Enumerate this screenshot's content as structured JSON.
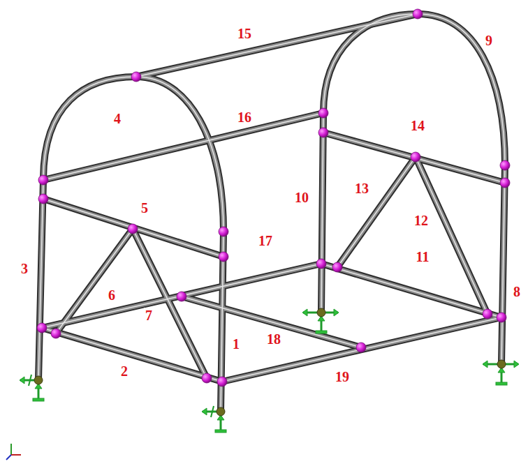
{
  "diagram": {
    "labels": [
      "15",
      "9",
      "4",
      "16",
      "14",
      "10",
      "13",
      "5",
      "12",
      "3",
      "17",
      "11",
      "8",
      "6",
      "7",
      "18",
      "1",
      "2",
      "19"
    ]
  }
}
